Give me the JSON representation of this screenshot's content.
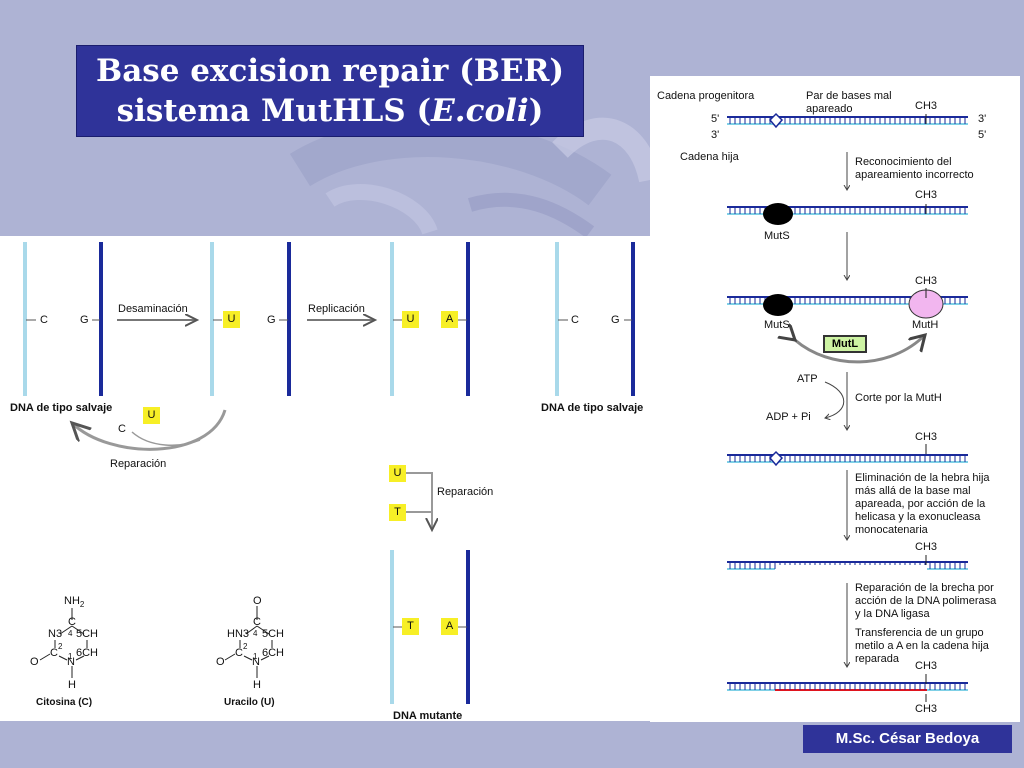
{
  "slide": {
    "title_line1": "Base excision repair (BER)",
    "title_line2_prefix": "sistema MutHLS (",
    "title_line2_italic": "E.coli",
    "title_line2_suffix": ")",
    "author": "M.Sc. César Bedoya"
  },
  "deamination_panel": {
    "base_c": "C",
    "base_g": "G",
    "base_u": "U",
    "base_a": "A",
    "base_t": "T",
    "step_deamination": "Desaminación",
    "step_replication": "Replicación",
    "wild_type_label": "DNA de tipo salvaje",
    "repair_label": "Reparación",
    "mutant_label": "DNA mutante",
    "cytosine": {
      "name": "Citosina (C)",
      "nh2": "NH2",
      "n3": "N3",
      "c4": "C",
      "n4": "4",
      "c5": "5CH",
      "c2": "C",
      "n2": "2",
      "c6": "6CH",
      "n1": "N",
      "i1": "1",
      "o": "O",
      "h": "H"
    },
    "uracil": {
      "name": "Uracilo (U)",
      "o_top": "O",
      "hn3": "HN3",
      "c4": "C",
      "n4": "4",
      "c5": "5CH",
      "c2": "C",
      "n2": "2",
      "c6": "6CH",
      "n1": "N",
      "i1": "1",
      "o": "O",
      "h": "H"
    }
  },
  "muthls_panel": {
    "parent_strand": "Cadena progenitora",
    "mismatch": "Par de bases mal\napareado",
    "daughter_strand": "Cadena hija",
    "five_prime": "5'",
    "three_prime": "3'",
    "ch3": "CH3",
    "step_recognition": "Reconocimiento del\napareamiento incorrecto",
    "muts": "MutS",
    "muth": "MutH",
    "mutl": "MutL",
    "atp": "ATP",
    "adp": "ADP + Pi",
    "step_cut": "Corte por la MutH",
    "step_elimination": "Eliminación de la hebra hija\nmás allá de la base mal\napareada, por acción de la\nhelicasa y la exonucleasa\nmonocatenaria",
    "step_repair": "Reparación de la brecha por\nacción de la DNA polimerasa\ny la DNA ligasa",
    "step_transfer": "Transferencia de un grupo\nmetilo a A en la cadena hija\nreparada"
  },
  "colors": {
    "background": "#aeb3d4",
    "title_box": "#2f3399",
    "parent_strand": "#1a2a9a",
    "daughter_strand": "#7fd0e6",
    "highlight_box": "#f7ef26",
    "muts": "#000000",
    "muth": "#f2b6ef",
    "mutl": "#cdf3a3",
    "repaired_segment": "#e0141e"
  }
}
